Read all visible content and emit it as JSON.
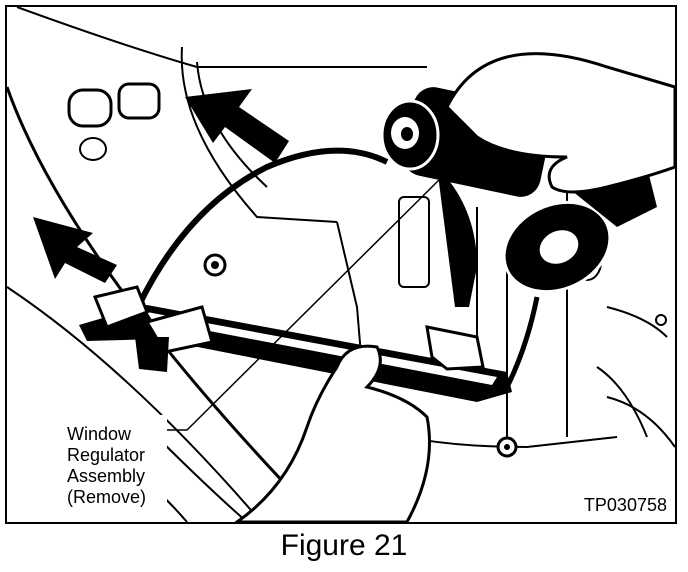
{
  "callout": {
    "lines": [
      "Window",
      "Regulator",
      "Assembly",
      "(Remove)"
    ]
  },
  "image_code": "TP030758",
  "caption": "Figure 21"
}
